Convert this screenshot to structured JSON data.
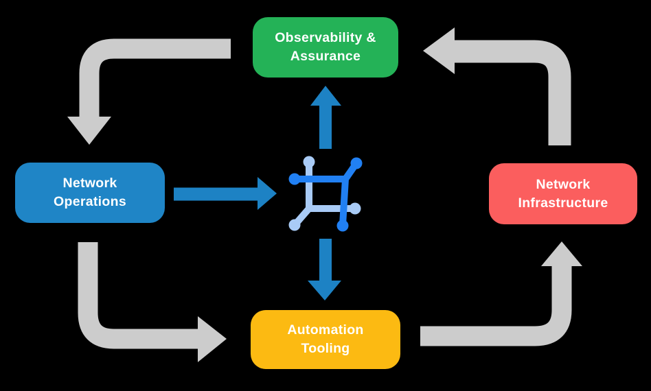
{
  "diagram": {
    "background": "#000000",
    "text_color": "#ffffff",
    "nodes": {
      "observability": {
        "label": "Observability &\nAssurance",
        "color": "#24b257"
      },
      "operations": {
        "label": "Network\nOperations",
        "color": "#1f85c6"
      },
      "infrastructure": {
        "label": "Network\nInfrastructure",
        "color": "#fb5e5e"
      },
      "automation": {
        "label": "Automation\nTooling",
        "color": "#fcba12"
      }
    },
    "center_icon": {
      "name": "network-mesh-icon",
      "dark_blue": "#2180f3",
      "light_blue": "#a9cbf6"
    },
    "arrow_colors": {
      "cycle": "#cccccc",
      "center": "#1d82c4"
    },
    "flows": [
      {
        "from": "observability",
        "to": "operations",
        "style": "gray-cycle"
      },
      {
        "from": "operations",
        "to": "automation",
        "style": "gray-cycle"
      },
      {
        "from": "automation",
        "to": "infrastructure",
        "style": "gray-cycle"
      },
      {
        "from": "infrastructure",
        "to": "observability",
        "style": "gray-cycle"
      },
      {
        "from": "operations",
        "to": "center-icon",
        "style": "blue"
      },
      {
        "from": "center-icon",
        "to": "observability",
        "style": "blue"
      },
      {
        "from": "center-icon",
        "to": "automation",
        "style": "blue"
      }
    ]
  }
}
